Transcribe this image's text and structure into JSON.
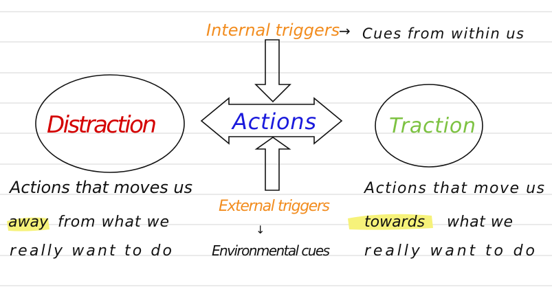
{
  "colors": {
    "orange": "#f28c1e",
    "red": "#d40000",
    "blue": "#1a1adc",
    "green": "#7dc242",
    "black": "#111111",
    "highlight": "#f6f27a",
    "rule": "#dedede"
  },
  "top": {
    "label": "Internal triggers",
    "arrow": "→",
    "description": "Cues from within us"
  },
  "center": {
    "label": "Actions"
  },
  "left": {
    "label": "Distraction",
    "line1": "Actions that moves us",
    "highlight": "away",
    "line2_rest": "from what we",
    "line3": "really want to do"
  },
  "right": {
    "label": "Traction",
    "line1": "Actions that move us",
    "highlight": "towards",
    "line2_rest": "what we",
    "line3": "really want to do"
  },
  "bottom": {
    "label": "External triggers",
    "arrow": "↓",
    "description": "Environmental cues"
  }
}
